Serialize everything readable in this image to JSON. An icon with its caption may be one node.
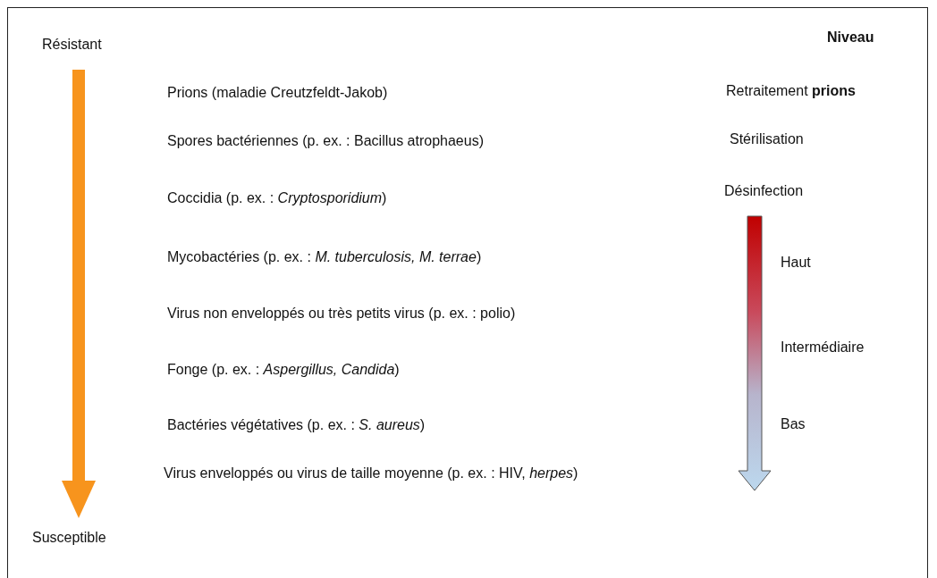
{
  "diagram": {
    "nodes": [
      {
        "text": [
          "Résistant"
        ]
      },
      {
        "text": [
          "Susceptible"
        ]
      }
    ],
    "edges": [
      {
        "from": 0,
        "to": 1,
        "arrow": "to",
        "color": "#f7941d"
      }
    ],
    "labels": [
      "Niveau",
      "Prions (maladie Creutzfeldt-Jakob)",
      "Retraitement **prions**",
      "Spores bactériennes (p. ex. : Bacillus atrophaeus)",
      "Stérilisation",
      "Coccidia (p. ex. : *Cryptosporidium*)",
      "Désinfection",
      "Mycobactéries (p. ex. : *M. tuberculosis, M. terrae*)",
      "Haut",
      "Virus non enveloppés ou très petits virus (p. ex. : polio)",
      "Intermédiaire",
      "Fonge (p. ex. : *Aspergillus, Candida*)",
      "Bactéries végétatives (p. ex. : *S. aureus*)",
      "Bas",
      "Virus enveloppés ou virus de taille moyenne (p. ex. : HIV, *herpes*)"
    ]
  }
}
